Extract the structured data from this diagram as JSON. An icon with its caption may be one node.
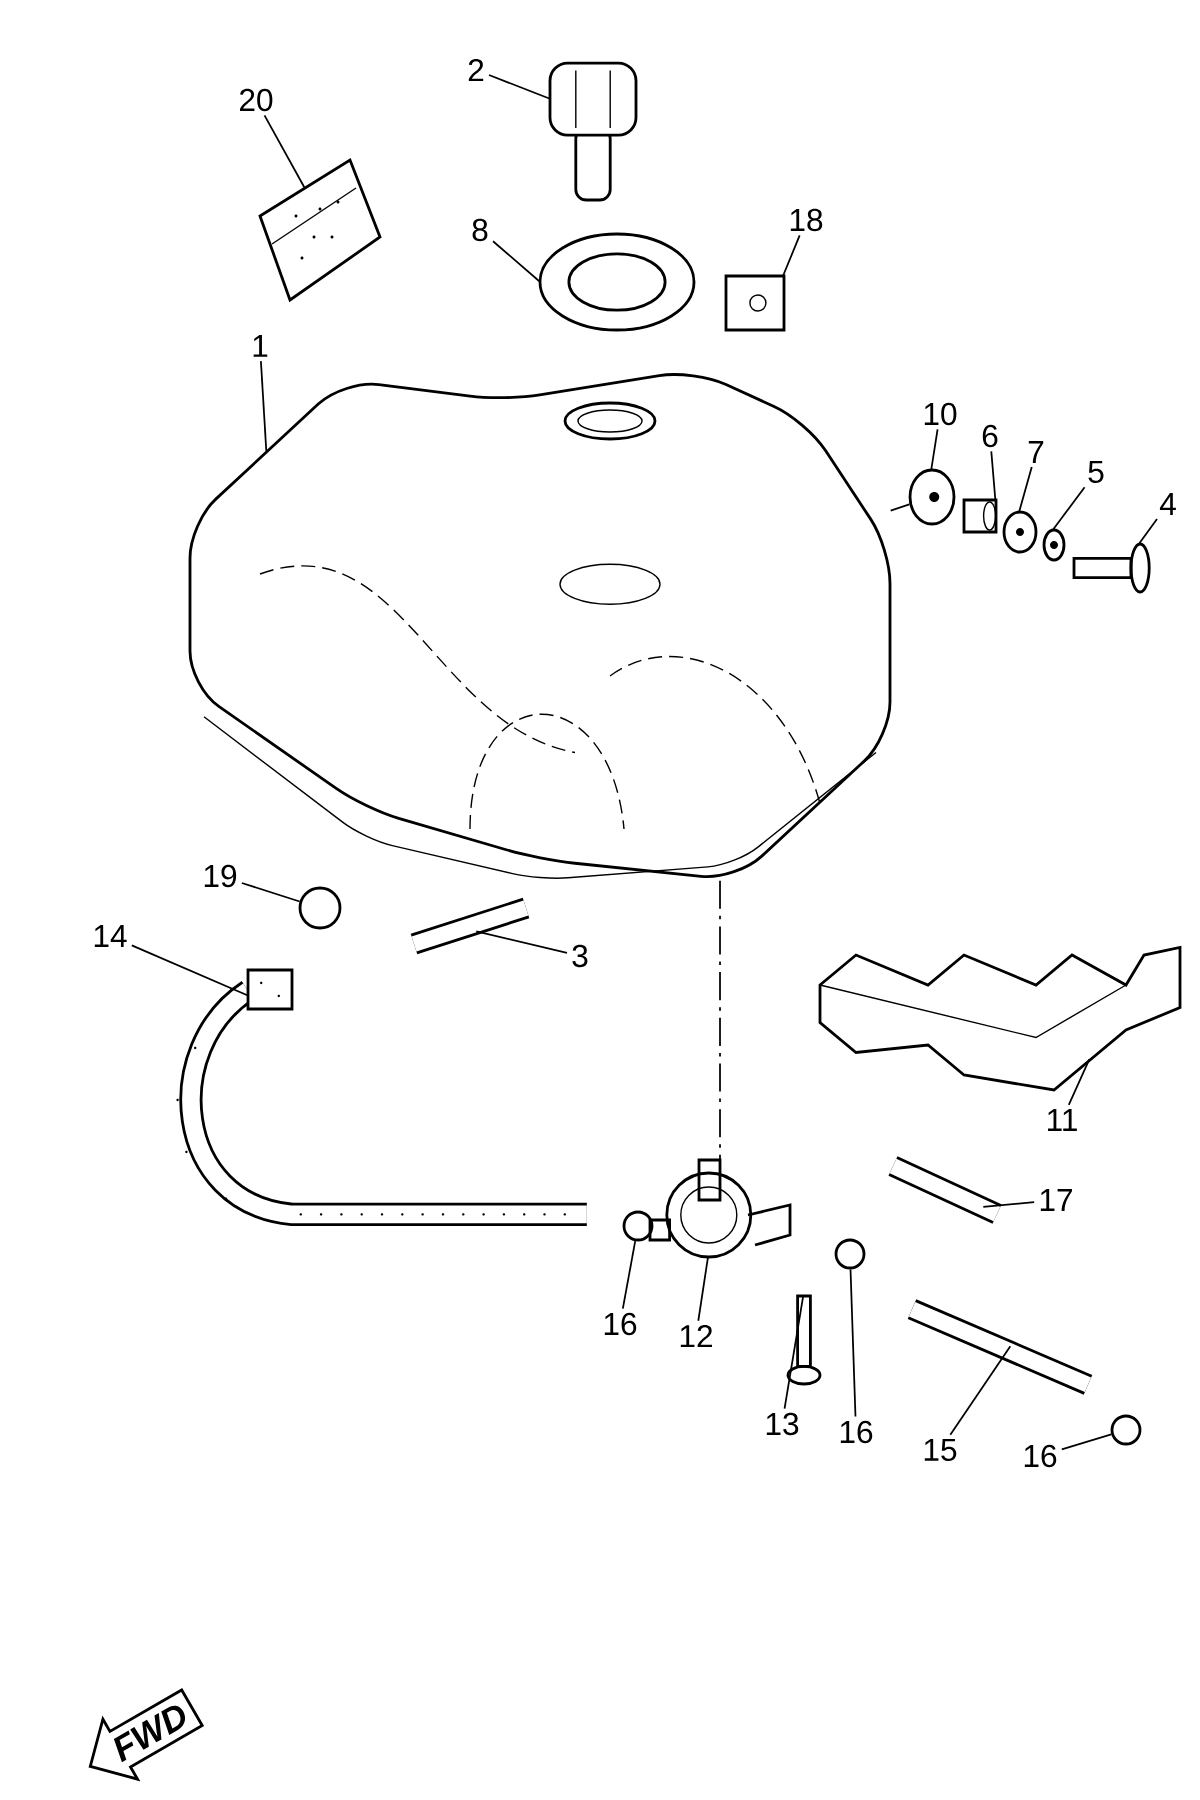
{
  "diagram": {
    "nodes": [
      {
        "text": [
          "2"
        ]
      },
      {
        "text": [],
        "shape": "picture"
      },
      {
        "text": [
          "20"
        ]
      },
      {
        "text": [],
        "shape": "picture"
      },
      {
        "text": [
          "8"
        ]
      },
      {
        "text": [],
        "shape": "picture"
      },
      {
        "text": [
          "18"
        ]
      },
      {
        "text": [],
        "shape": "picture"
      },
      {
        "text": [
          "1"
        ]
      },
      {
        "text": [],
        "shape": "picture"
      },
      {
        "text": [
          "10"
        ]
      },
      {
        "text": [],
        "shape": "picture"
      },
      {
        "text": [
          "6"
        ]
      },
      {
        "text": [],
        "shape": "picture"
      },
      {
        "text": [
          "7"
        ]
      },
      {
        "text": [],
        "shape": "picture"
      },
      {
        "text": [
          "5"
        ]
      },
      {
        "text": [],
        "shape": "picture"
      },
      {
        "text": [
          "4"
        ]
      },
      {
        "text": [],
        "shape": "picture"
      },
      {
        "text": [
          "19"
        ]
      },
      {
        "text": [],
        "shape": "circle"
      },
      {
        "text": [
          "14"
        ]
      },
      {
        "text": [],
        "shape": "picture"
      },
      {
        "text": [
          "3"
        ]
      },
      {
        "text": [],
        "shape": "picture"
      },
      {
        "text": [
          "11"
        ]
      },
      {
        "text": [],
        "shape": "picture"
      },
      {
        "text": [
          "17"
        ]
      },
      {
        "text": [],
        "shape": "picture"
      },
      {
        "text": [
          "12"
        ]
      },
      {
        "text": [],
        "shape": "picture"
      },
      {
        "text": [
          "16"
        ]
      },
      {
        "text": [],
        "shape": "circle"
      },
      {
        "text": [
          "13"
        ]
      },
      {
        "text": [],
        "shape": "picture"
      },
      {
        "text": [
          "16"
        ]
      },
      {
        "text": [],
        "shape": "circle"
      },
      {
        "text": [
          "15"
        ]
      },
      {
        "text": [],
        "shape": "picture"
      },
      {
        "text": [
          "16"
        ]
      },
      {
        "text": [],
        "shape": "circle"
      },
      {
        "text": [
          "FWD"
        ]
      }
    ],
    "edges": [
      {
        "from": 0,
        "to": 1,
        "arrow": "none"
      },
      {
        "from": 2,
        "to": 3,
        "arrow": "none"
      },
      {
        "from": 4,
        "to": 5,
        "arrow": "none"
      },
      {
        "from": 6,
        "to": 7,
        "arrow": "none"
      },
      {
        "from": 8,
        "to": 9,
        "arrow": "none"
      },
      {
        "from": 10,
        "to": 11,
        "arrow": "none"
      },
      {
        "from": 12,
        "to": 13,
        "arrow": "none"
      },
      {
        "from": 14,
        "to": 15,
        "arrow": "none"
      },
      {
        "from": 16,
        "to": 17,
        "arrow": "none"
      },
      {
        "from": 18,
        "to": 19,
        "arrow": "none"
      },
      {
        "from": 20,
        "to": 21,
        "arrow": "none"
      },
      {
        "from": 22,
        "to": 23,
        "arrow": "none"
      },
      {
        "from": 24,
        "to": 25,
        "arrow": "none"
      },
      {
        "from": 26,
        "to": 27,
        "arrow": "none"
      },
      {
        "from": 28,
        "to": 29,
        "arrow": "none"
      },
      {
        "from": 30,
        "to": 31,
        "arrow": "none"
      },
      {
        "from": 32,
        "to": 33,
        "arrow": "none"
      },
      {
        "from": 34,
        "to": 35,
        "arrow": "none"
      },
      {
        "from": 36,
        "to": 37,
        "arrow": "none"
      },
      {
        "from": 38,
        "to": 39,
        "arrow": "none"
      },
      {
        "from": 40,
        "to": 41,
        "arrow": "none"
      },
      {
        "from": 9,
        "to": 11,
        "arrow": "none",
        "style": "dashed"
      },
      {
        "from": 9,
        "to": 31,
        "arrow": "none",
        "style": "dashed"
      }
    ]
  }
}
